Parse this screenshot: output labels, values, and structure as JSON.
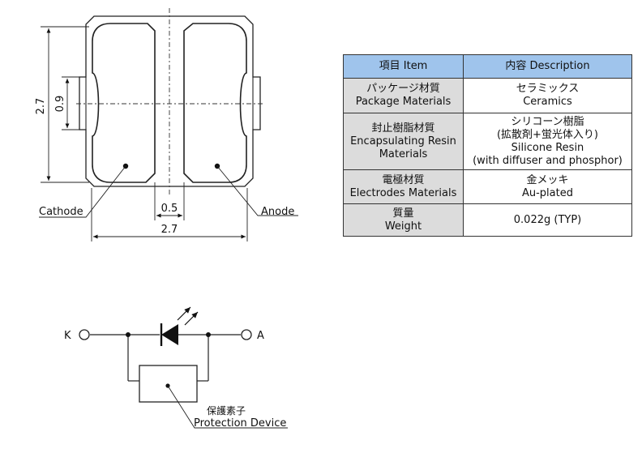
{
  "package_drawing": {
    "dim_height_total": "2.7",
    "dim_pad_height": "0.9",
    "dim_gap": "0.5",
    "dim_width_total": "2.7",
    "label_cathode": "Cathode",
    "label_anode": "Anode"
  },
  "circuit": {
    "terminal_k": "K",
    "terminal_a": "A",
    "protection_label_jp": "保護素子",
    "protection_label_en": "Protection Device"
  },
  "table": {
    "header": {
      "item": "項目 Item",
      "description": "内容 Description"
    },
    "rows": [
      {
        "item": [
          "パッケージ材質",
          "Package Materials"
        ],
        "description": [
          "セラミックス",
          "Ceramics"
        ]
      },
      {
        "item": [
          "封止樹脂材質",
          "Encapsulating Resin",
          "Materials"
        ],
        "description": [
          "シリコーン樹脂",
          "(拡散剤+蛍光体入り)",
          "Silicone Resin",
          "(with diffuser and phosphor)"
        ]
      },
      {
        "item": [
          "電極材質",
          "Electrodes Materials"
        ],
        "description": [
          "金メッキ",
          "Au-plated"
        ]
      },
      {
        "item": [
          "質量",
          "Weight"
        ],
        "description": [
          "0.022g (TYP)"
        ]
      }
    ]
  },
  "colors": {
    "header_bg": "#9fc4ec",
    "item_bg": "#dcdcdc",
    "line": "#222222"
  }
}
